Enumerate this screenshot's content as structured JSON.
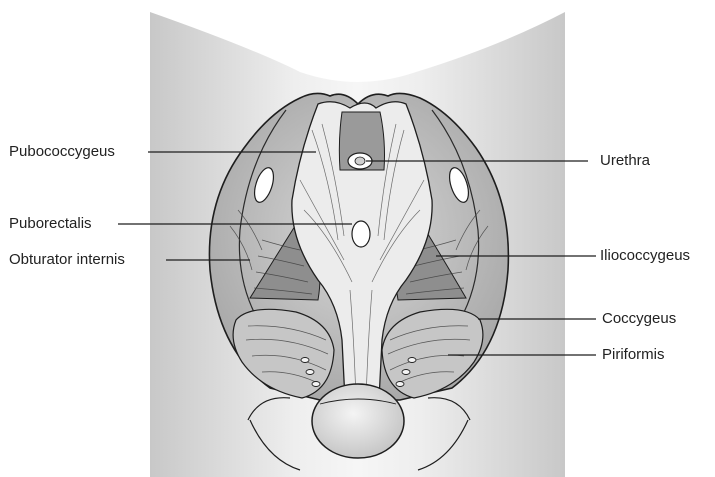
{
  "labels": {
    "pubococcygeus": "Pubococcygeus",
    "puborectalis": "Puborectalis",
    "obturator_internis": "Obturator internis",
    "urethra": "Urethra",
    "iliococcygeus": "Iliococcygeus",
    "coccygeus": "Coccygeus",
    "piriformis": "Piriformis"
  },
  "colors": {
    "background_body": "#e2e2e2",
    "body_highlight": "#f2f2f2",
    "pelvis_fill": "#b4b4b4",
    "muscle_light": "#f4f4f4",
    "muscle_mid": "#bcbcbc",
    "muscle_dark": "#8c8c8c",
    "outline": "#1e1e1e"
  }
}
